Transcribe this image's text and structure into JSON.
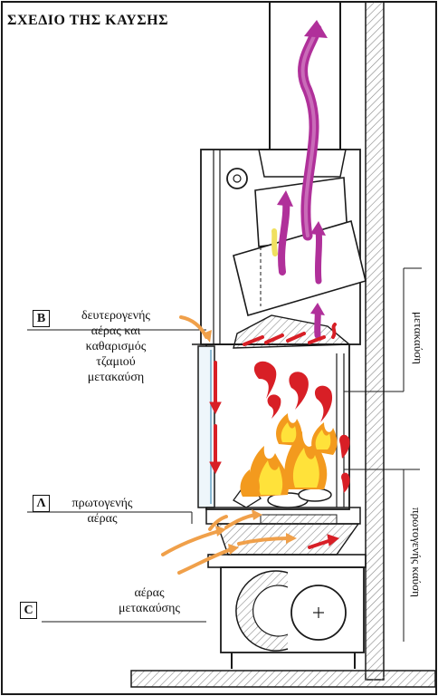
{
  "title": "ΣΧΕΔΙΟ ΤΗΣ ΚΑΥΣΗΣ",
  "markers": {
    "b": "B",
    "a": "Λ",
    "c": "C"
  },
  "labels": {
    "secondary_air": [
      "δευτερογενής",
      "αέρας και",
      "καθαρισμός",
      "τζαμιού",
      "μετακαύση"
    ],
    "primary_air": [
      "πρωτογενής",
      "αέρας"
    ],
    "post_combustion_air": [
      "αέρας",
      "μετακαύσης"
    ]
  },
  "side_labels": {
    "post_combustion": "μετακαύση",
    "primary_combustion": "πρωτογενής καύση"
  },
  "colors": {
    "outline": "#1a1a1a",
    "hatch": "#888888",
    "smoke": "#b0309a",
    "smoke_light": "#f0e060",
    "fire_outer": "#f39a1e",
    "fire_inner": "#ffe23a",
    "red_air": "#d81f26",
    "orange_air": "#f0a04a"
  }
}
